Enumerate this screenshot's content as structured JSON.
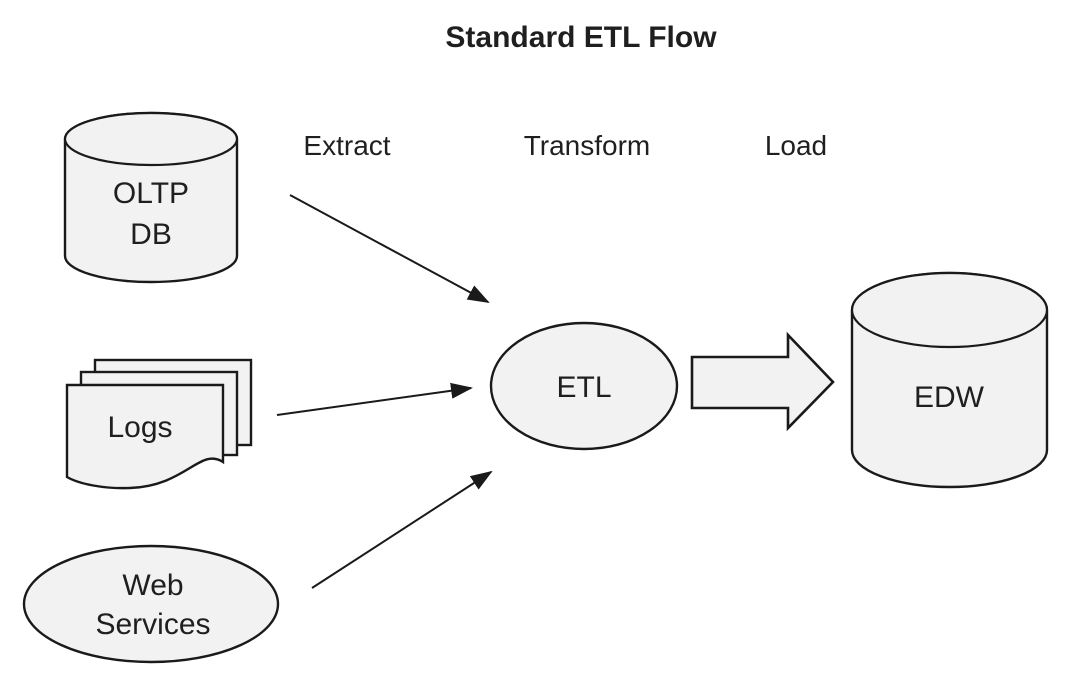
{
  "title": "Standard ETL Flow",
  "stages": {
    "extract": "Extract",
    "transform": "Transform",
    "load": "Load"
  },
  "nodes": {
    "oltp_db": {
      "shape": "database-cylinder",
      "line1": "OLTP",
      "line2": "DB"
    },
    "logs": {
      "shape": "document-stack",
      "label": "Logs"
    },
    "web_services": {
      "shape": "ellipse",
      "line1": "Web",
      "line2": "Services"
    },
    "etl": {
      "shape": "ellipse",
      "label": "ETL"
    },
    "edw": {
      "shape": "database-cylinder",
      "label": "EDW"
    }
  },
  "edges": [
    {
      "from": "oltp_db",
      "to": "etl",
      "stage": "Extract",
      "style": "thin-arrow"
    },
    {
      "from": "logs",
      "to": "etl",
      "stage": "Extract",
      "style": "thin-arrow"
    },
    {
      "from": "web_services",
      "to": "etl",
      "stage": "Extract",
      "style": "thin-arrow"
    },
    {
      "from": "etl",
      "to": "edw",
      "stage": "Load",
      "style": "block-arrow"
    }
  ],
  "colors": {
    "shape_fill": "#f2f2f2",
    "shape_stroke": "#1a1a1a",
    "text": "#1f1f1f",
    "background": "#ffffff"
  }
}
